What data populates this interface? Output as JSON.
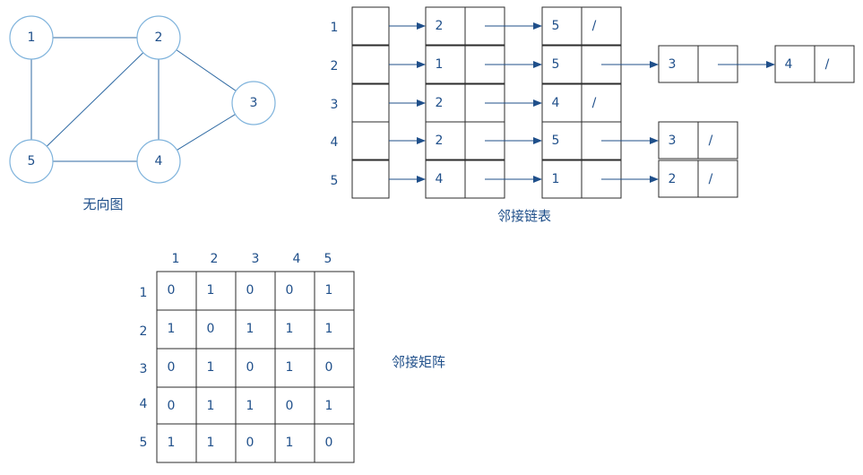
{
  "colors": {
    "ink": "#1f4f8a",
    "box": "#2b2b2b",
    "node_stroke": "#7fb3dc",
    "edge": "#2f6aa3",
    "arrow": "#1f4f8a"
  },
  "graph": {
    "caption": "无向图",
    "nodes": [
      {
        "id": "1",
        "label": "1"
      },
      {
        "id": "2",
        "label": "2"
      },
      {
        "id": "3",
        "label": "3"
      },
      {
        "id": "4",
        "label": "4"
      },
      {
        "id": "5",
        "label": "5"
      }
    ],
    "edges": [
      [
        "1",
        "2"
      ],
      [
        "1",
        "5"
      ],
      [
        "2",
        "5"
      ],
      [
        "2",
        "4"
      ],
      [
        "2",
        "3"
      ],
      [
        "3",
        "4"
      ],
      [
        "4",
        "5"
      ]
    ]
  },
  "adjacency_list": {
    "caption": "邻接链表",
    "null_marker": "/",
    "rows": [
      {
        "label": "1",
        "nodes": [
          "2",
          "5"
        ]
      },
      {
        "label": "2",
        "nodes": [
          "1",
          "5",
          "3",
          "4"
        ]
      },
      {
        "label": "3",
        "nodes": [
          "2",
          "4"
        ]
      },
      {
        "label": "4",
        "nodes": [
          "2",
          "5",
          "3"
        ]
      },
      {
        "label": "5",
        "nodes": [
          "4",
          "1",
          "2"
        ]
      }
    ]
  },
  "adjacency_matrix": {
    "caption": "邻接矩阵",
    "col_headers": [
      "1",
      "2",
      "3",
      "4",
      "5"
    ],
    "row_headers": [
      "1",
      "2",
      "3",
      "4",
      "5"
    ],
    "cells": [
      [
        "0",
        "1",
        "0",
        "0",
        "1"
      ],
      [
        "1",
        "0",
        "1",
        "1",
        "1"
      ],
      [
        "0",
        "1",
        "0",
        "1",
        "0"
      ],
      [
        "0",
        "1",
        "1",
        "0",
        "1"
      ],
      [
        "1",
        "1",
        "0",
        "1",
        "0"
      ]
    ]
  }
}
